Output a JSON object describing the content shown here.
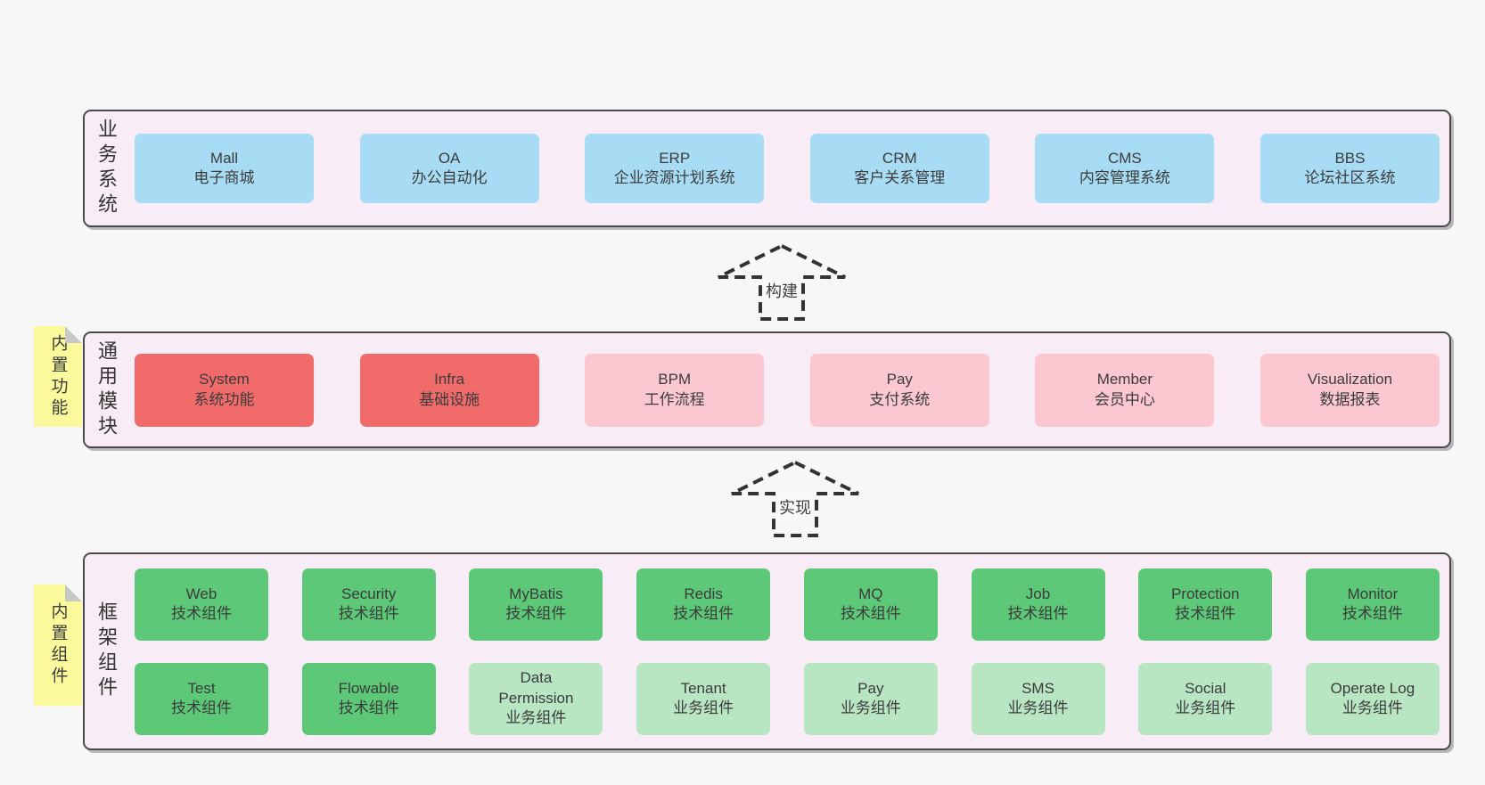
{
  "colors": {
    "page-bg": "#f7f7f7",
    "band-bg": "#f8edf6",
    "band-border": "#4a4a4a",
    "blue": "#a8dcf4",
    "red": "#f16b6b",
    "pink": "#fbc8d2",
    "green": "#5dc878",
    "light-green": "#b9e6c2",
    "yellow": "#fafa9d",
    "fold-gray": "#c8c8c8",
    "text": "#3b3b3b",
    "arrow": "#333333"
  },
  "bands": [
    {
      "label": "业务系统",
      "boxes": [
        {
          "title": "Mall",
          "subtitle": "电子商城"
        },
        {
          "title": "OA",
          "subtitle": "办公自动化"
        },
        {
          "title": "ERP",
          "subtitle": "企业资源计划系统"
        },
        {
          "title": "CRM",
          "subtitle": "客户关系管理"
        },
        {
          "title": "CMS",
          "subtitle": "内容管理系统"
        },
        {
          "title": "BBS",
          "subtitle": "论坛社区系统"
        }
      ]
    },
    {
      "label": "通用模块",
      "tab": "内置功能",
      "boxes": [
        {
          "title": "System",
          "subtitle": "系统功能"
        },
        {
          "title": "Infra",
          "subtitle": "基础设施"
        },
        {
          "title": "BPM",
          "subtitle": "工作流程"
        },
        {
          "title": "Pay",
          "subtitle": "支付系统"
        },
        {
          "title": "Member",
          "subtitle": "会员中心"
        },
        {
          "title": "Visualization",
          "subtitle": "数据报表"
        }
      ]
    },
    {
      "label": "框架组件",
      "tab": "内置组件",
      "rows": [
        [
          {
            "title": "Web",
            "subtitle": "技术组件"
          },
          {
            "title": "Security",
            "subtitle": "技术组件"
          },
          {
            "title": "MyBatis",
            "subtitle": "技术组件"
          },
          {
            "title": "Redis",
            "subtitle": "技术组件"
          },
          {
            "title": "MQ",
            "subtitle": "技术组件"
          },
          {
            "title": "Job",
            "subtitle": "技术组件"
          },
          {
            "title": "Protection",
            "subtitle": "技术组件"
          },
          {
            "title": "Monitor",
            "subtitle": "技术组件"
          }
        ],
        [
          {
            "title": "Test",
            "subtitle": "技术组件"
          },
          {
            "title": "Flowable",
            "subtitle": "技术组件"
          },
          {
            "title": "Data Permission",
            "subtitle": "业务组件"
          },
          {
            "title": "Tenant",
            "subtitle": "业务组件"
          },
          {
            "title": "Pay",
            "subtitle": "业务组件"
          },
          {
            "title": "SMS",
            "subtitle": "业务组件"
          },
          {
            "title": "Social",
            "subtitle": "业务组件"
          },
          {
            "title": "Operate Log",
            "subtitle": "业务组件"
          }
        ]
      ]
    }
  ],
  "arrows": [
    {
      "label": "构建"
    },
    {
      "label": "实现"
    }
  ]
}
